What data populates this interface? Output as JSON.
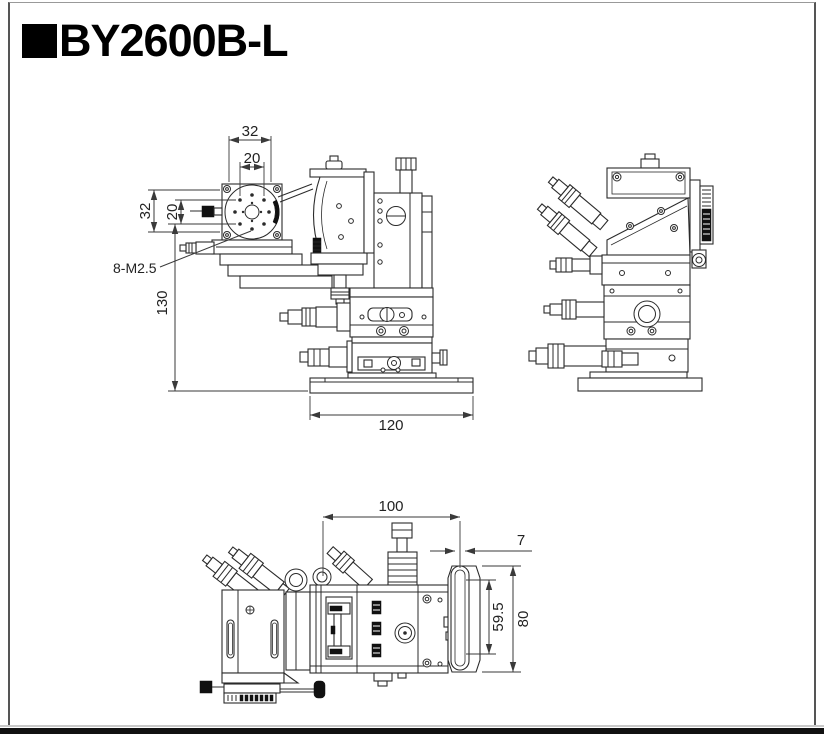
{
  "page": {
    "background": "#ffffff",
    "frame_color": "#555555",
    "footer_line_color": "#c9c9c9",
    "footer_bar_color": "#111111",
    "drawing_line_color": "#2b2b2b",
    "dimension_color": "#3a3a3a"
  },
  "header": {
    "title": "BY2600B-L",
    "marker": "black-square",
    "marker_color": "#000000"
  },
  "views": {
    "front": {
      "label": "front-view",
      "dims": {
        "platform_width": "32",
        "hole_spacing_h": "20",
        "platform_height": "32",
        "hole_spacing_v": "20",
        "thread_callout": "8-M2.5",
        "overall_height": "130",
        "base_width": "120"
      }
    },
    "side": {
      "label": "side-view",
      "dims": {}
    },
    "bottom": {
      "label": "bottom-view",
      "dims": {
        "body_width": "100",
        "slot_width": "7",
        "slot_length": "59.5",
        "overall_depth": "80"
      }
    }
  }
}
